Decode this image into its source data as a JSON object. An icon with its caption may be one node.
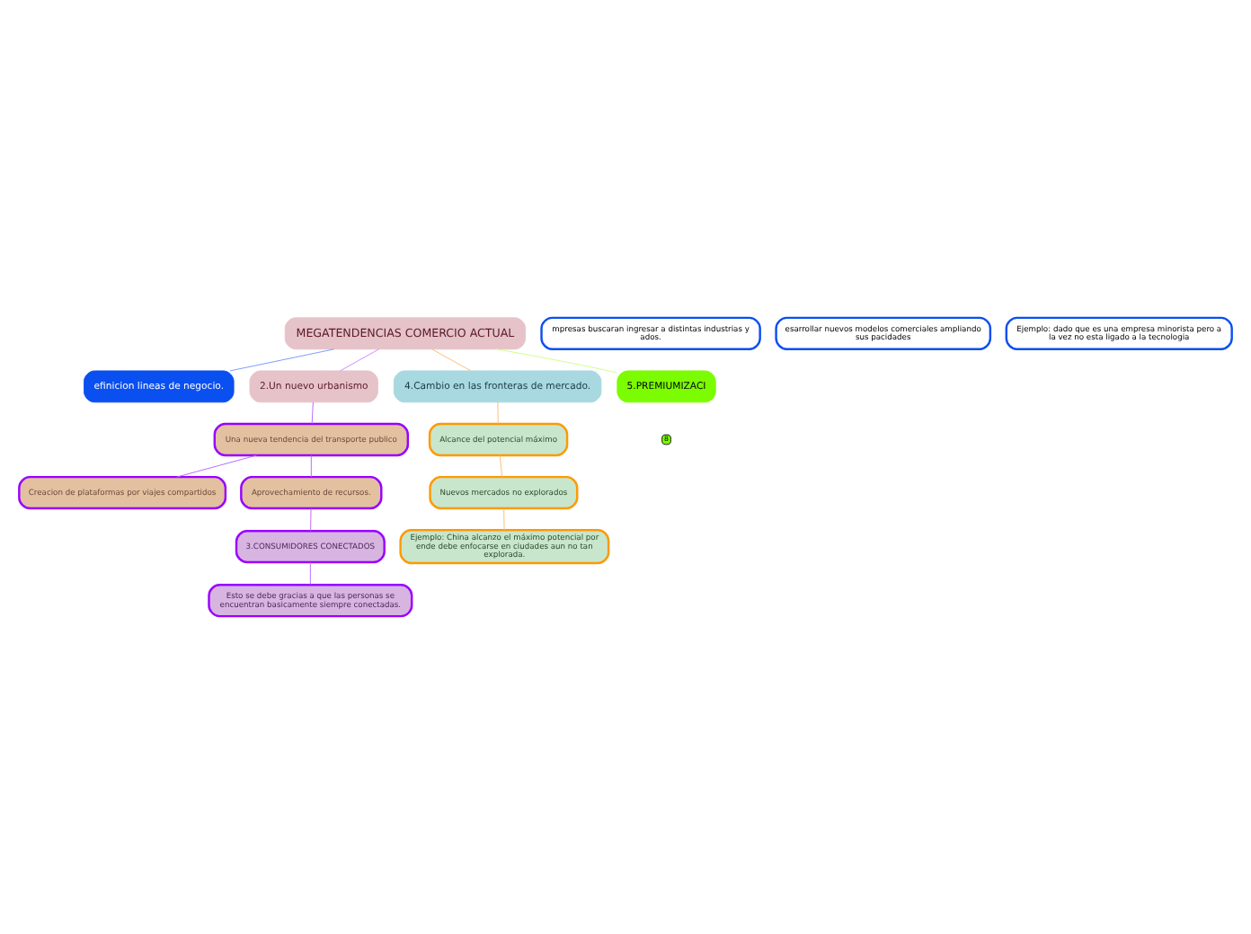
{
  "diagram": {
    "nodes": [
      {
        "text": [
          "MEGATENDENCIAS COMERCIO ACTUAL"
        ]
      },
      {
        "text": [
          "efinicion lineas de negocio."
        ]
      },
      {
        "text": [
          "mpresas buscaran ingresar a distintas industrias y ados."
        ]
      },
      {
        "text": [
          "esarrollar nuevos modelos comerciales ampliando sus pacidades"
        ]
      },
      {
        "text": [
          "Ejemplo: dado que es una empresa minorista pero a la vez no esta ligado a la tecnologia"
        ]
      },
      {
        "text": [
          "2.Un nuevo urbanismo"
        ]
      },
      {
        "text": [
          "Una nueva tendencia del transporte publico"
        ]
      },
      {
        "text": [
          "Creacion de plataformas por viajes compartidos"
        ]
      },
      {
        "text": [
          "Aprovechamiento de recursos."
        ]
      },
      {
        "text": [
          "3.CONSUMIDORES CONECTADOS"
        ]
      },
      {
        "text": [
          "Esto se debe gracias a que las personas se encuentran basicamente siempre conectadas."
        ]
      },
      {
        "text": [
          "4.Cambio en las fronteras de mercado."
        ]
      },
      {
        "text": [
          "Alcance del potencial máximo"
        ]
      },
      {
        "text": [
          "Nuevos mercados no explorados"
        ]
      },
      {
        "text": [
          "Ejemplo: China alcanzo el máximo potencial por ende debe enfocarse en ciudades aun no tan explorada."
        ]
      },
      {
        "text": [
          "5.PREMIUMIZACI"
        ]
      }
    ],
    "edges": [
      {
        "from": 0,
        "to": 1,
        "arrow": "none",
        "color": "#7799ff"
      },
      {
        "from": 0,
        "to": 5,
        "arrow": "none",
        "color": "#cc88ff"
      },
      {
        "from": 0,
        "to": 11,
        "arrow": "none",
        "color": "#ffbb77"
      },
      {
        "from": 0,
        "to": 15,
        "arrow": "none",
        "color": "#ccff88"
      },
      {
        "from": 5,
        "to": 6,
        "arrow": "none",
        "color": "#bb66ff"
      },
      {
        "from": 6,
        "to": 7,
        "arrow": "none",
        "color": "#bb66ff"
      },
      {
        "from": 6,
        "to": 8,
        "arrow": "none",
        "color": "#bb66ff"
      },
      {
        "from": 8,
        "to": 9,
        "arrow": "none",
        "color": "#bb66ff"
      },
      {
        "from": 9,
        "to": 10,
        "arrow": "none",
        "color": "#bb66ff"
      },
      {
        "from": 11,
        "to": 12,
        "arrow": "none",
        "color": "#ffbb77"
      },
      {
        "from": 12,
        "to": 13,
        "arrow": "none",
        "color": "#ffbb77"
      },
      {
        "from": 13,
        "to": 14,
        "arrow": "none",
        "color": "#ffbb77"
      }
    ],
    "labels": [
      "8"
    ]
  }
}
